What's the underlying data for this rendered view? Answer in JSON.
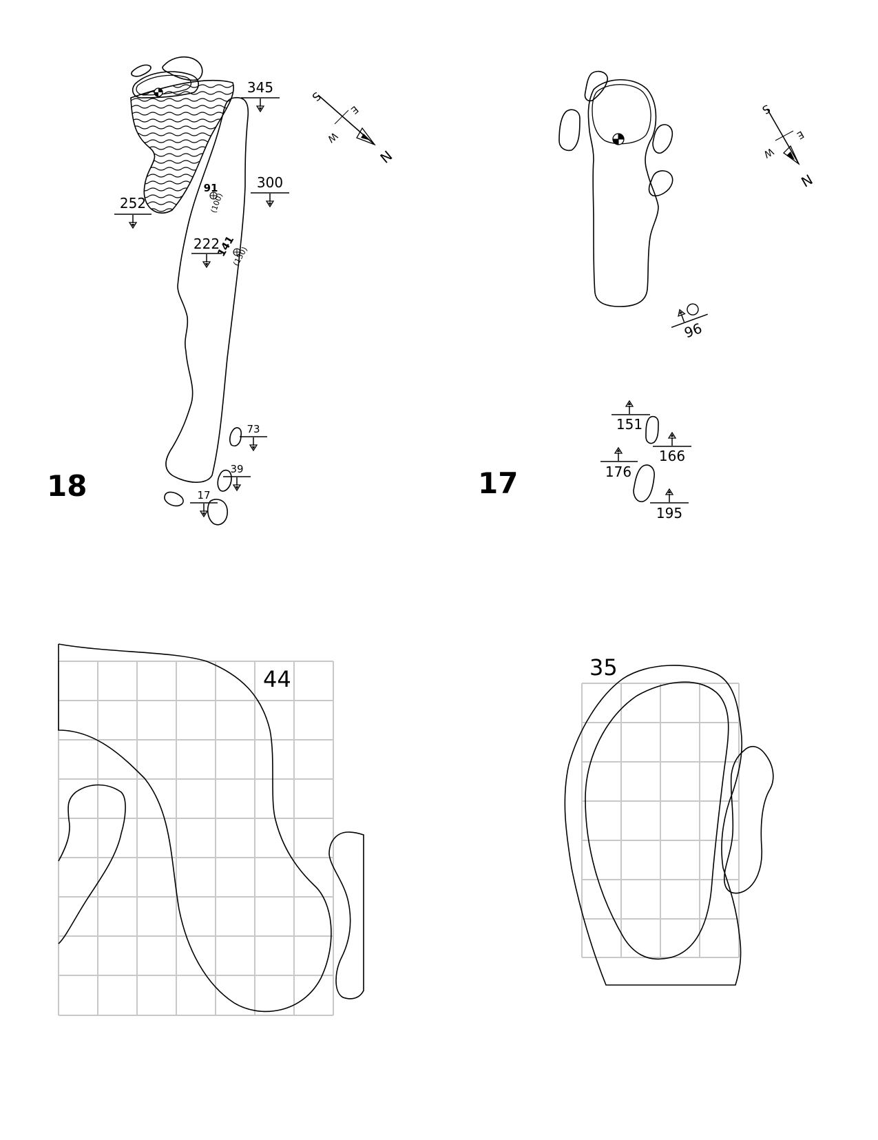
{
  "holes": [
    {
      "number": "18",
      "yardages_top": [
        "345",
        "300",
        "252",
        "222",
        "73",
        "39",
        "17"
      ],
      "sprinklers": [
        {
          "front": "91",
          "center": "(100)"
        },
        {
          "front": "141",
          "center": "(150)"
        }
      ],
      "compass": {
        "s": "S",
        "e": "E",
        "w": "W",
        "n": "N"
      }
    },
    {
      "number": "17",
      "yardages": [
        "96",
        "151",
        "166",
        "176",
        "195"
      ],
      "compass": {
        "s": "S",
        "e": "E",
        "w": "W",
        "n": "N"
      }
    }
  ],
  "greens": [
    {
      "label": "44"
    },
    {
      "label": "35"
    }
  ]
}
